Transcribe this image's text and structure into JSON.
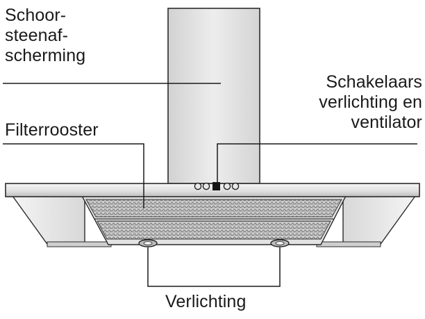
{
  "labels": {
    "chimney": [
      "Schoor-",
      "steenaf-",
      "scherming"
    ],
    "switches": [
      "Schakelaars",
      "verlichting en",
      "ventilator"
    ],
    "filter": "Filterrooster",
    "lighting": "Verlichting"
  },
  "colors": {
    "line": "#1a1a1a",
    "metal_light": "#ececec",
    "metal_mid": "#d6d6d6",
    "metal_dark": "#9a9a9a",
    "mesh": "#7a7a7a"
  }
}
